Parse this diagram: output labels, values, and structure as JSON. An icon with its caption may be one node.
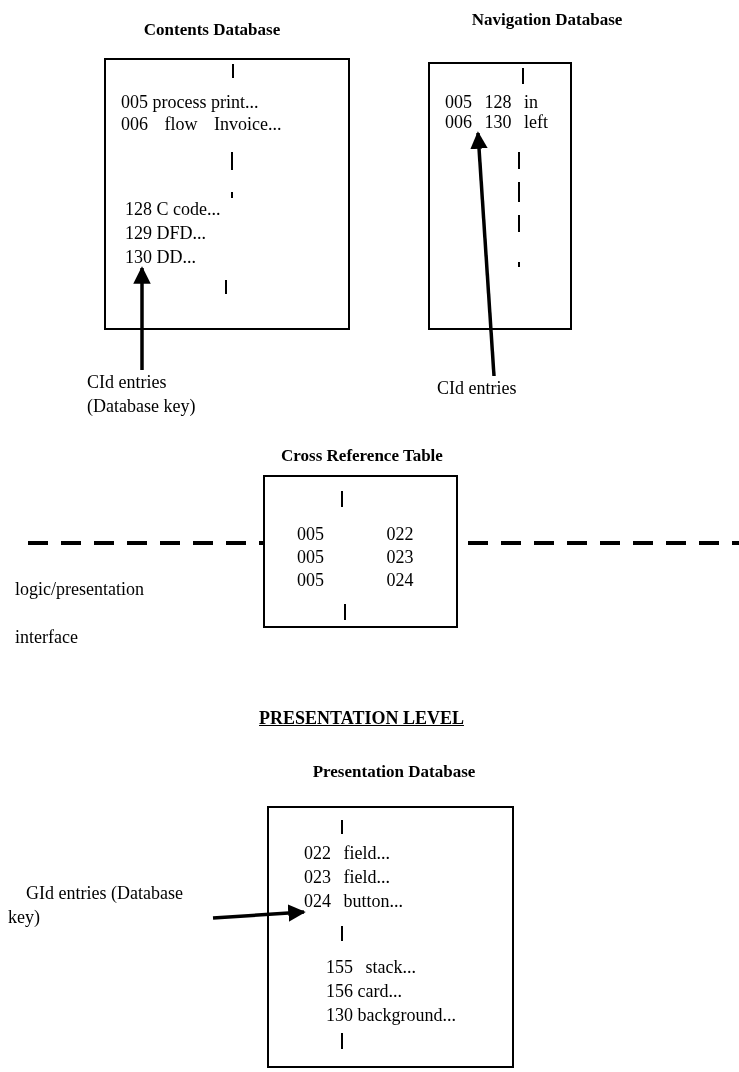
{
  "diagram": {
    "nodes": [
      {
        "text": [
          "Contents Database"
        ]
      },
      {
        "text": [
          "005 process print..."
        ],
        "in": 0
      },
      {
        "text": [
          "006 flow Invoice..."
        ],
        "in": 0
      },
      {
        "text": [
          "128 C code..."
        ],
        "in": 0
      },
      {
        "text": [
          "129 DFD..."
        ],
        "in": 0
      },
      {
        "text": [
          "130 DD..."
        ],
        "in": 0
      },
      {
        "text": [
          "Navigation Database"
        ]
      },
      {
        "text": [
          "005 128 in"
        ],
        "in": 6
      },
      {
        "text": [
          "006 130 left"
        ],
        "in": 6
      },
      {
        "text": [
          "CId entries (Database key)"
        ]
      },
      {
        "text": [
          "CId entries"
        ]
      },
      {
        "text": [
          "Cross Reference Table"
        ]
      },
      {
        "text": [
          "005 022"
        ],
        "in": 11
      },
      {
        "text": [
          "005 023"
        ],
        "in": 11
      },
      {
        "text": [
          "005 024"
        ],
        "in": 11
      },
      {
        "text": [
          "Presentation Database"
        ]
      },
      {
        "text": [
          "022 field..."
        ],
        "in": 15
      },
      {
        "text": [
          "023 field..."
        ],
        "in": 15
      },
      {
        "text": [
          "024 button..."
        ],
        "in": 15
      },
      {
        "text": [
          "155 stack..."
        ],
        "in": 15
      },
      {
        "text": [
          "156 card..."
        ],
        "in": 15
      },
      {
        "text": [
          "130 background..."
        ],
        "in": 15
      },
      {
        "text": [
          "GId entries (Database key)"
        ]
      }
    ],
    "edges": [
      {
        "from": 9,
        "to": 5,
        "arrow": "to"
      },
      {
        "from": 10,
        "to": 8,
        "arrow": "to"
      },
      {
        "from": 22,
        "to": 18,
        "arrow": "to"
      }
    ],
    "labels": [
      "logic/presentation interface",
      "PRESENTATION LEVEL"
    ]
  }
}
